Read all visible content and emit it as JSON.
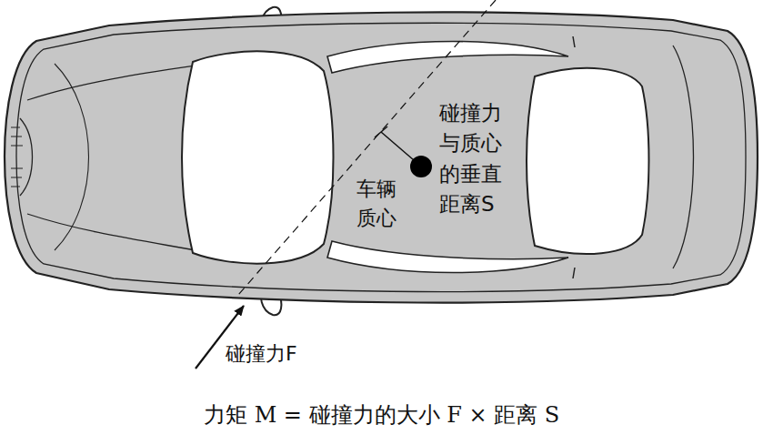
{
  "diagram": {
    "caption": "力矩 M = 碰撞力的大小 F × 距离 S",
    "labels": [
      "碰撞力 与质心 的垂直 距离S",
      "车辆 质心",
      "碰撞力F"
    ]
  }
}
